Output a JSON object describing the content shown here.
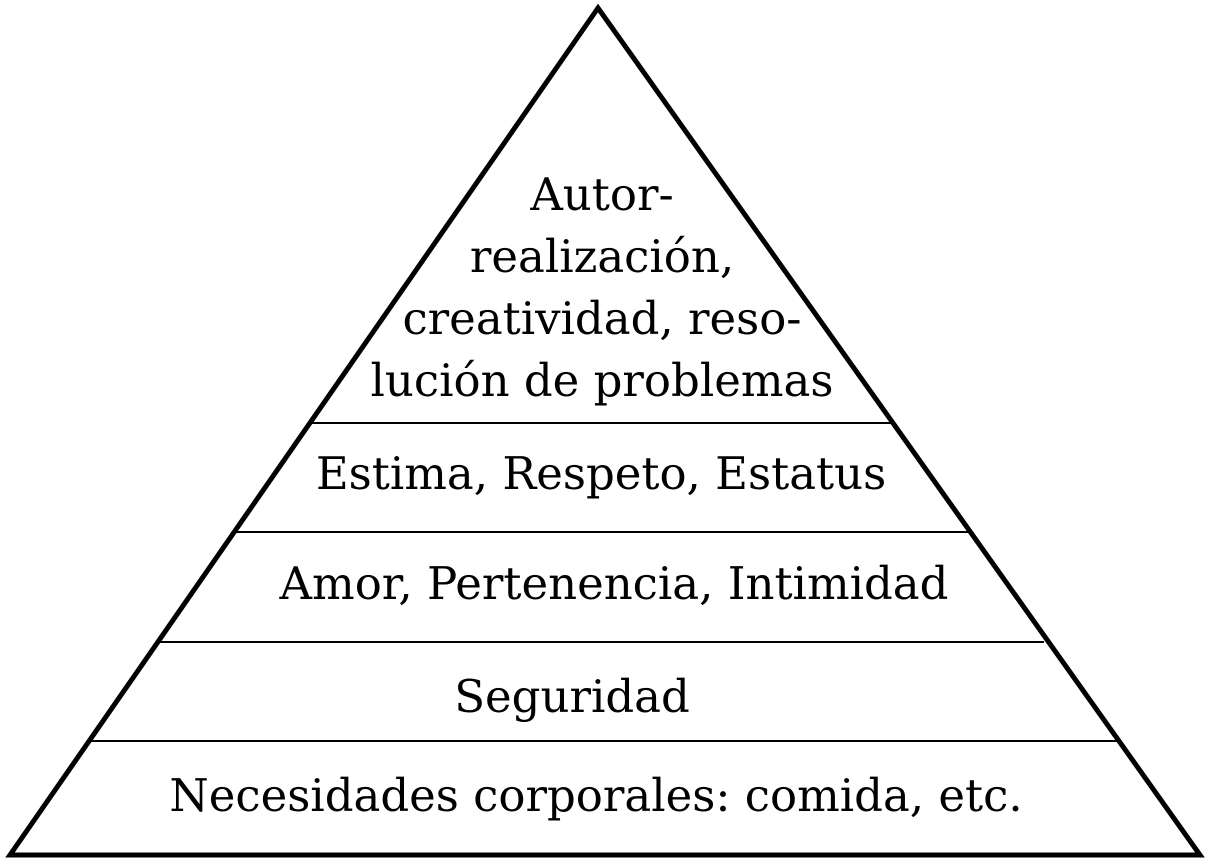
{
  "pyramid": {
    "levels": [
      {
        "id": "self-actualization",
        "lines": [
          "Autor-",
          "realización,",
          "creatividad, reso-",
          "lución de problemas"
        ]
      },
      {
        "id": "esteem",
        "lines": [
          "Estima, Respeto, Estatus"
        ]
      },
      {
        "id": "love-belonging",
        "lines": [
          "Amor, Pertenencia, Intimidad"
        ]
      },
      {
        "id": "safety",
        "lines": [
          "Seguridad"
        ]
      },
      {
        "id": "physiological",
        "lines": [
          "Necesidades corporales: comida, etc."
        ]
      }
    ]
  }
}
